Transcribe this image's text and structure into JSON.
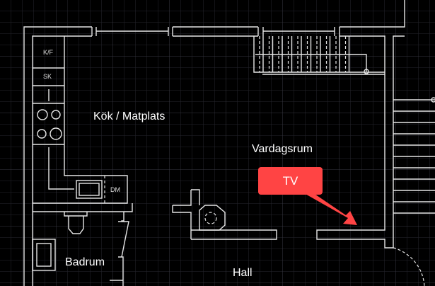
{
  "rooms": {
    "kitchen": "Kök / Matplats",
    "living": "Vardagsrum",
    "bathroom": "Badrum",
    "hall": "Hall"
  },
  "fixtures": {
    "fridge_freezer": "K/F",
    "cabinet": "SK",
    "dishwasher": "DM"
  },
  "callout": {
    "label": "TV",
    "color": "#ff4444"
  },
  "colors": {
    "background": "#000000",
    "lines": "#e6e6e6",
    "grid": "#26262e"
  }
}
